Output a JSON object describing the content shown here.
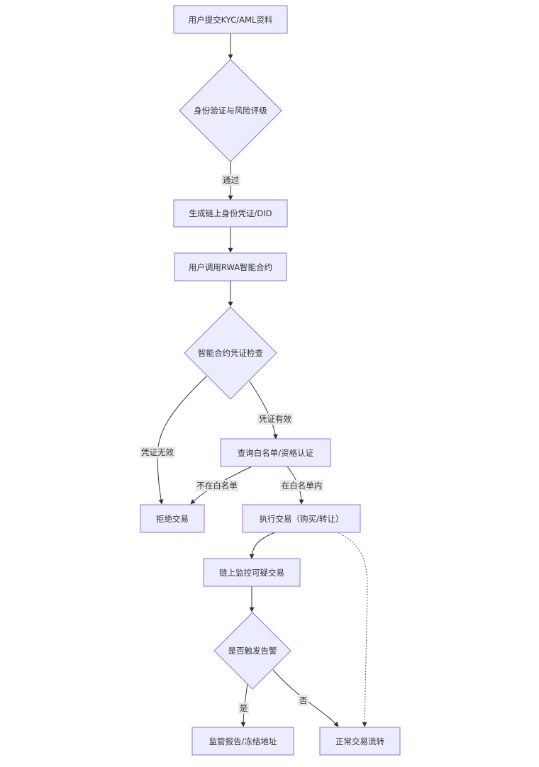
{
  "nodes": {
    "submit_kyc": "用户提交KYC/AML资料",
    "identity_risk": "身份验证与风险评级",
    "gen_credential": "生成链上身份凭证/DID",
    "call_contract": "用户调用RWA智能合约",
    "contract_check": "智能合约凭证检查",
    "whitelist_check": "查询白名单/资格认证",
    "reject": "拒绝交易",
    "execute": "执行交易（购买/转让）",
    "monitor": "链上监控可疑交易",
    "alert": "是否触发告警",
    "report_freeze": "监管报告/冻结地址",
    "normal_flow": "正常交易流转"
  },
  "edge_labels": {
    "pass": "通过",
    "credential_valid": "凭证有效",
    "credential_invalid": "凭证无效",
    "not_in_whitelist": "不在白名单",
    "in_whitelist": "在白名单内",
    "yes": "是",
    "no": "否"
  },
  "colors": {
    "node_fill": "#ECECFF",
    "node_stroke": "#9370DB",
    "edge": "#333333",
    "label_bg": "#E8E8E8"
  }
}
